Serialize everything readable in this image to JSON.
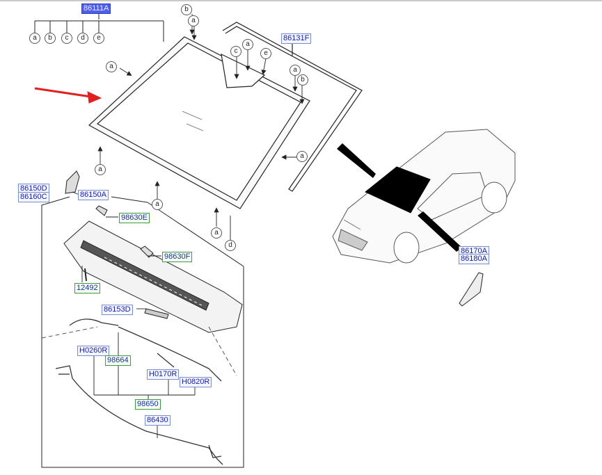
{
  "labels": {
    "windshield": "86111A",
    "molding_top": "86131F",
    "garnish_left_d": "86150D",
    "garnish_left_c": "86160C",
    "cowl_panel": "86150A",
    "clip_e": "98630E",
    "clip_f": "98630F",
    "screw": "12492",
    "grille": "86153D",
    "hose_r": "H0260R",
    "nozzle": "98664",
    "hose_o": "H0170R",
    "hose_b": "H0820R",
    "washer_assy": "98650",
    "weatherstrip": "86430",
    "garnish_right_a": "86170A",
    "garnish_right_b": "86180A"
  },
  "ref_letters": {
    "a": "a",
    "b": "b",
    "c": "c",
    "d": "d",
    "e": "e"
  },
  "colors": {
    "highlight": "#4f5ee8",
    "arrow": "#e02020",
    "label_text": "#1a1aa8"
  }
}
